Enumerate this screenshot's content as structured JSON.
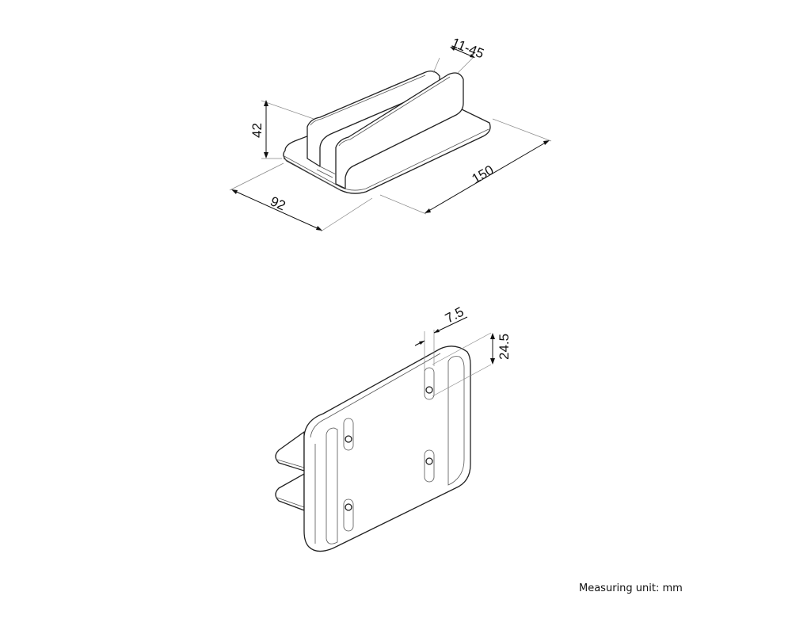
{
  "drawing": {
    "top_view": {
      "dimensions": {
        "slot_width": "11-45",
        "height": "42",
        "width": "92",
        "length": "150"
      }
    },
    "bottom_view": {
      "dimensions": {
        "hole_offset": "7.5",
        "hole_spacing": "24.5"
      }
    },
    "unit_label": "Measuring unit: mm"
  }
}
